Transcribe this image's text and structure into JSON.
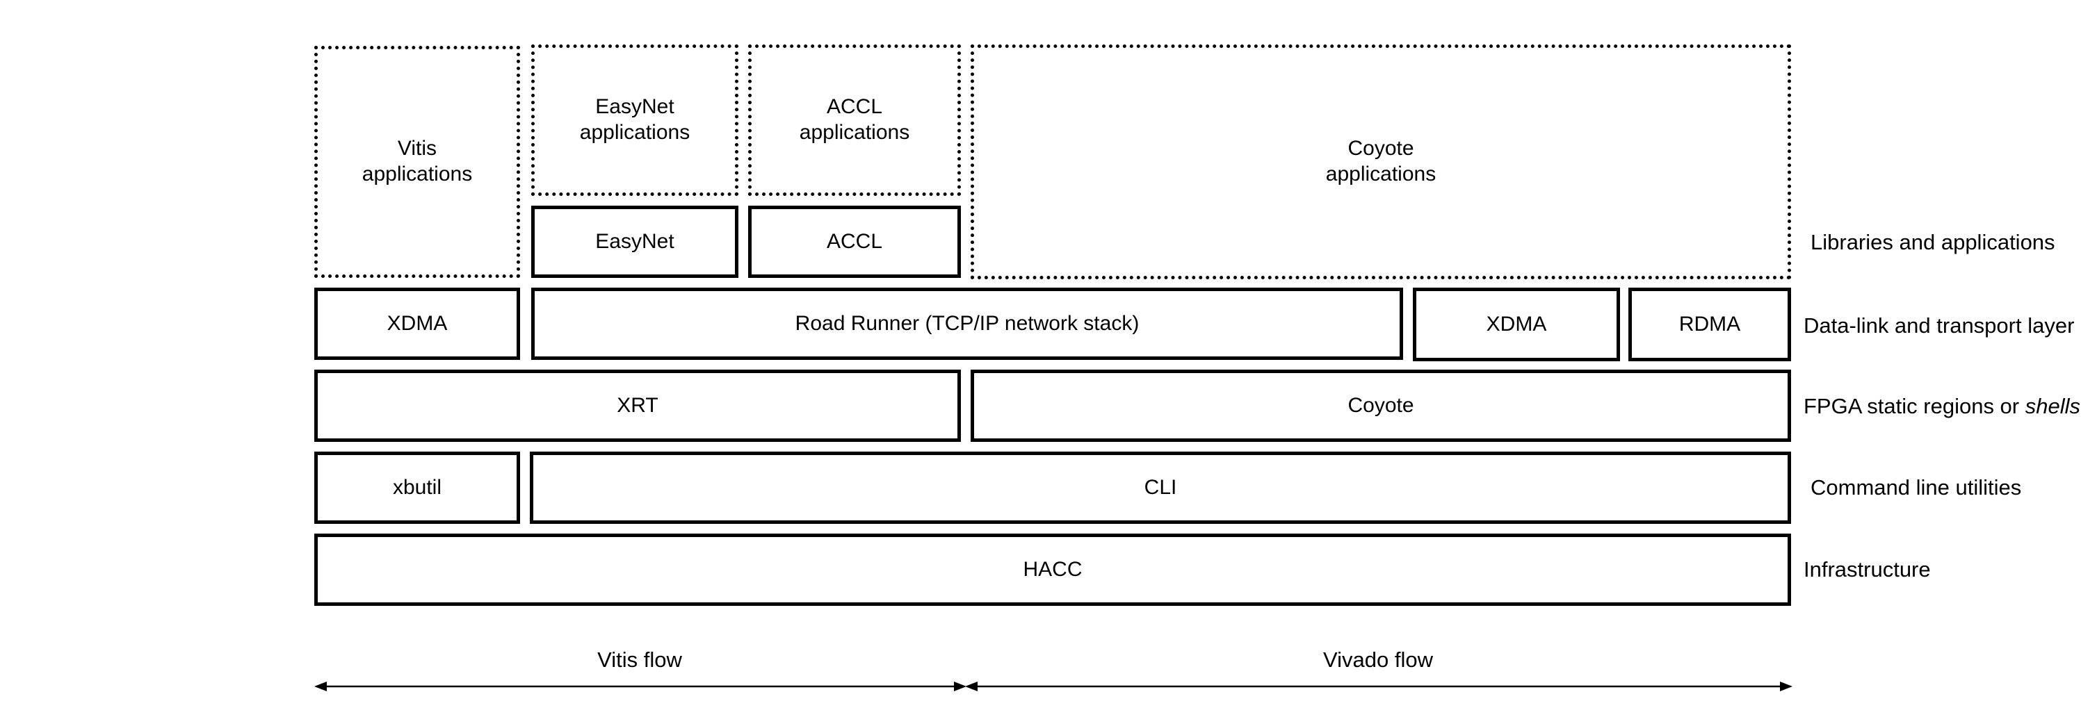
{
  "applications": {
    "vitis_apps": "Vitis\napplications",
    "easynet_apps": "EasyNet\napplications",
    "accl_apps": "ACCL\napplications",
    "coyote_apps": "Coyote\napplications",
    "easynet": "EasyNet",
    "accl": "ACCL"
  },
  "transport": {
    "xdma_left": "XDMA",
    "road_runner": "Road Runner (TCP/IP network stack)",
    "xdma_right": "XDMA",
    "rdma": "RDMA"
  },
  "shells": {
    "xrt": "XRT",
    "coyote": "Coyote"
  },
  "utilities": {
    "xbutil": "xbutil",
    "cli": "CLI"
  },
  "infrastructure": {
    "hacc": "HACC"
  },
  "layers": {
    "libraries": "Libraries and applications",
    "datalink": "Data-link and transport layer",
    "fpga_prefix": "FPGA static regions or ",
    "fpga_italic": "shells",
    "cli": "Command line utilities",
    "infra": "Infrastructure"
  },
  "flows": {
    "vitis": "Vitis flow",
    "vivado": "Vivado flow"
  }
}
